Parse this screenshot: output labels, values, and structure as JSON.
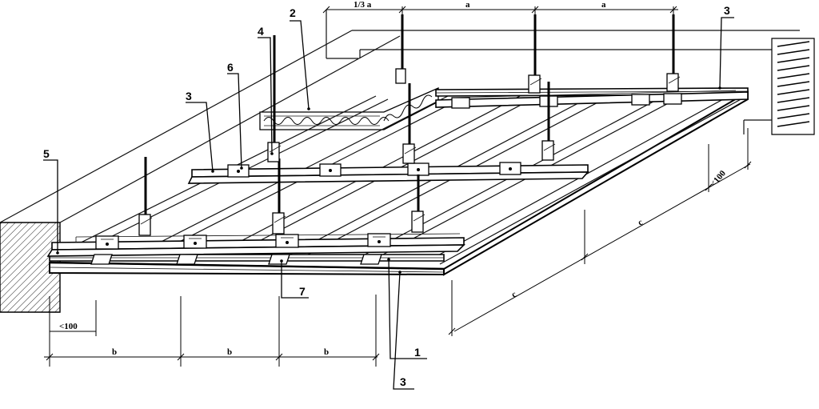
{
  "callouts": {
    "c1": "1",
    "c2": "2",
    "c3a": "3",
    "c3b": "3",
    "c3c": "3",
    "c4": "4",
    "c5": "5",
    "c6": "6",
    "c7": "7"
  },
  "dimensions": {
    "top": [
      "1/3 a",
      "a",
      "a"
    ],
    "bottom": [
      "b",
      "b",
      "b"
    ],
    "bottom_edge": "<100",
    "right": [
      "c",
      "c"
    ],
    "right_edge": "<100"
  }
}
